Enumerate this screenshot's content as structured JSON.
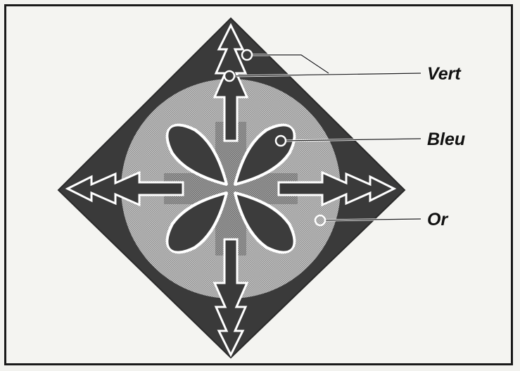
{
  "labels": {
    "vert": "Vert",
    "bleu": "Bleu",
    "or": "Or"
  },
  "colors": {
    "diamond_fill": "#3a3a3a",
    "or_fill_base": "#9a9a9a",
    "bleu_fill": "#3c3c3c",
    "outline": "#ffffff",
    "paper": "#f4f4f1"
  }
}
